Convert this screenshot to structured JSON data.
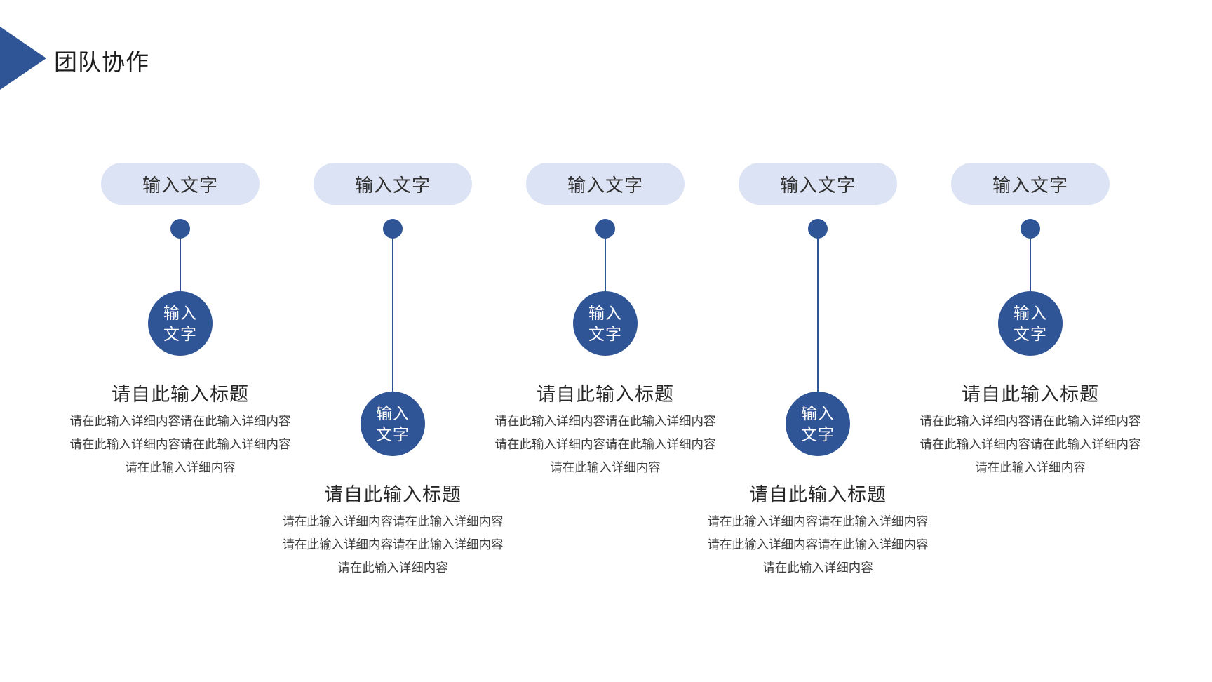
{
  "slide": {
    "title": "团队协作",
    "accent_color": "#2f5597",
    "pill_color": "#dce3f4",
    "background_color": "#ffffff"
  },
  "columns": [
    {
      "pill_label": "输入文字",
      "circle_line1": "输入",
      "circle_line2": "文字",
      "title": "请自此输入标题",
      "body_lines": [
        "请在此输入详细内容请在此输入详细内容",
        "请在此输入详细内容请在此输入详细内容",
        "请在此输入详细内容"
      ]
    },
    {
      "pill_label": "输入文字",
      "circle_line1": "输入",
      "circle_line2": "文字",
      "title": "请自此输入标题",
      "body_lines": [
        "请在此输入详细内容请在此输入详细内容",
        "请在此输入详细内容请在此输入详细内容",
        "请在此输入详细内容"
      ]
    },
    {
      "pill_label": "输入文字",
      "circle_line1": "输入",
      "circle_line2": "文字",
      "title": "请自此输入标题",
      "body_lines": [
        "请在此输入详细内容请在此输入详细内容",
        "请在此输入详细内容请在此输入详细内容",
        "请在此输入详细内容"
      ]
    },
    {
      "pill_label": "输入文字",
      "circle_line1": "输入",
      "circle_line2": "文字",
      "title": "请自此输入标题",
      "body_lines": [
        "请在此输入详细内容请在此输入详细内容",
        "请在此输入详细内容请在此输入详细内容",
        "请在此输入详细内容"
      ]
    },
    {
      "pill_label": "输入文字",
      "circle_line1": "输入",
      "circle_line2": "文字",
      "title": "请自此输入标题",
      "body_lines": [
        "请在此输入详细内容请在此输入详细内容",
        "请在此输入详细内容请在此输入详细内容",
        "请在此输入详细内容"
      ]
    }
  ]
}
